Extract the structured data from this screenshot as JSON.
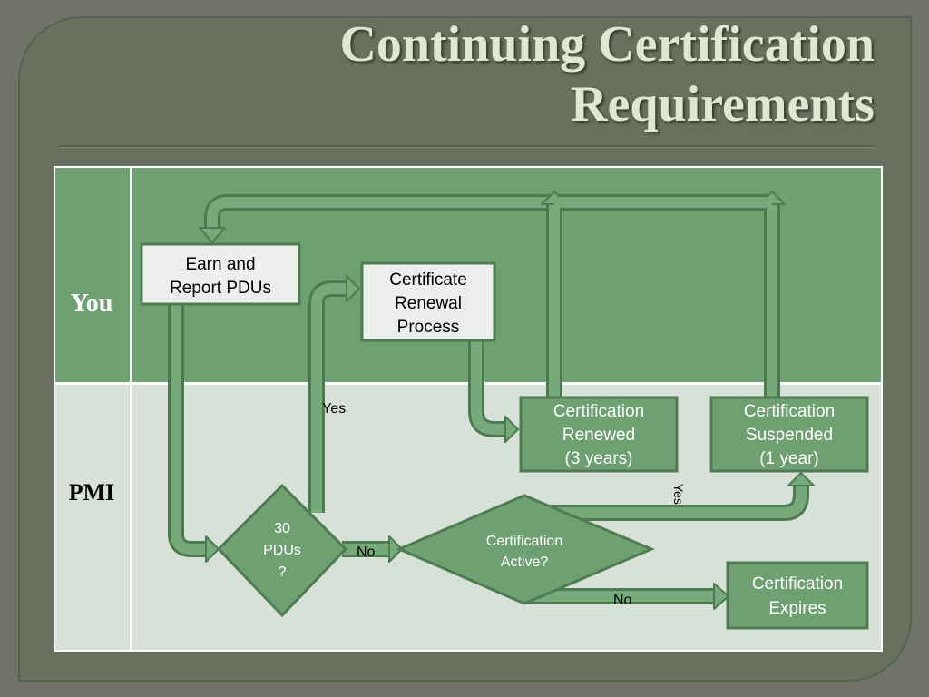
{
  "title_line1": "Continuing Certification",
  "title_line2": "Requirements",
  "lanes": {
    "you": "You",
    "pmi": "PMI"
  },
  "nodes": {
    "earn": [
      "Earn and",
      "Report PDUs"
    ],
    "renewal": [
      "Certificate",
      "Renewal",
      "Process"
    ],
    "renewed": [
      "Certification",
      "Renewed",
      "(3 years)"
    ],
    "suspended": [
      "Certification",
      "Suspended",
      "(1 year)"
    ],
    "expires": [
      "Certification",
      "Expires"
    ],
    "pdu_decision": [
      "30",
      "PDUs",
      "?"
    ],
    "active_decision": [
      "Certification",
      "Active?"
    ]
  },
  "edge_labels": {
    "pdu_yes": "Yes",
    "pdu_no": "No",
    "active_yes": "Yes",
    "active_no": "No"
  },
  "colors": {
    "lane_you": "#6ea071",
    "lane_pmi": "#d7e1d7",
    "arrow_fill": "#76aa7a",
    "arrow_stroke": "#4d7a50",
    "box_light": "#ecefec",
    "box_green": "#6ea071",
    "box_stroke": "#4f7b52"
  }
}
